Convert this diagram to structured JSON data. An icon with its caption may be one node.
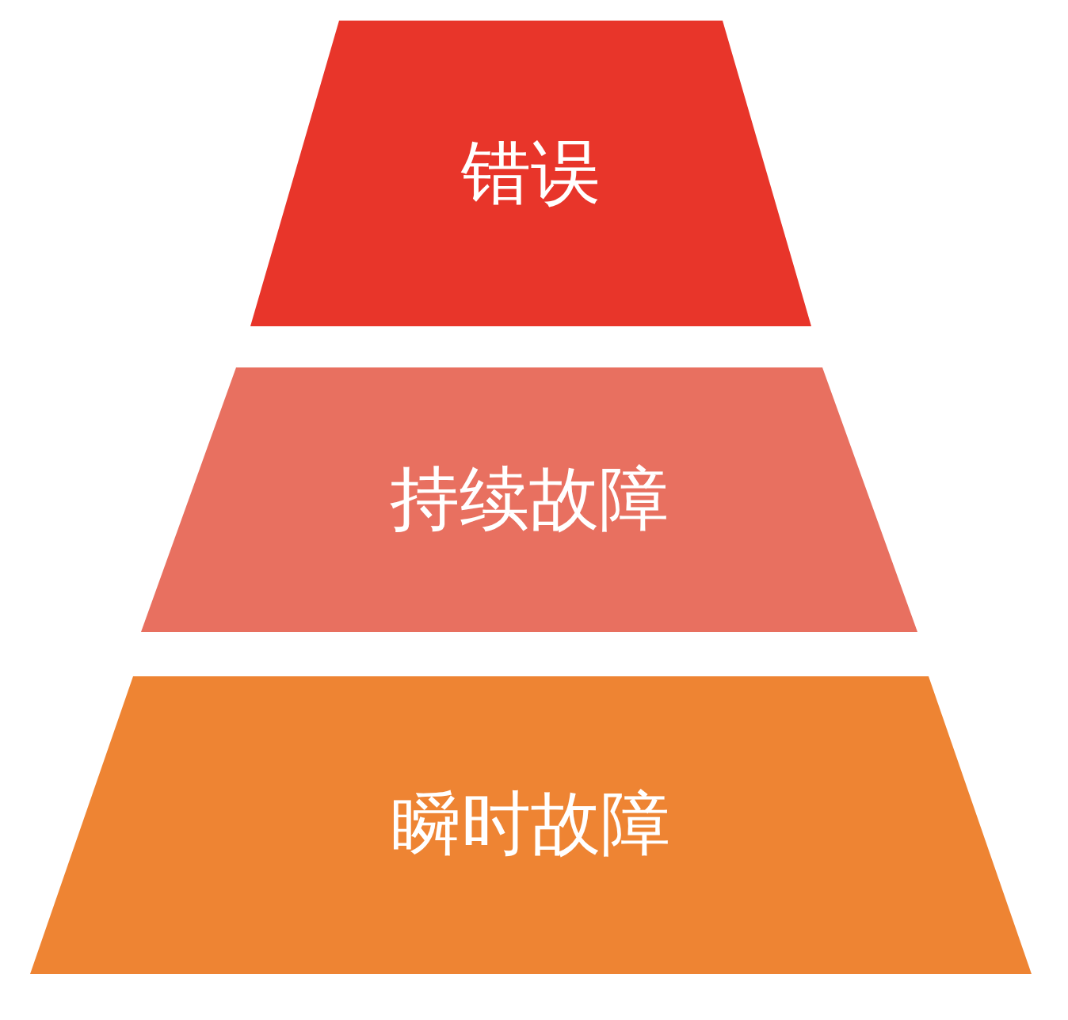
{
  "diagram": {
    "nodes": [
      {
        "text": [
          "错误"
        ]
      },
      {
        "text": [
          "持续故障"
        ]
      },
      {
        "text": [
          "瞬时故障"
        ]
      }
    ]
  }
}
